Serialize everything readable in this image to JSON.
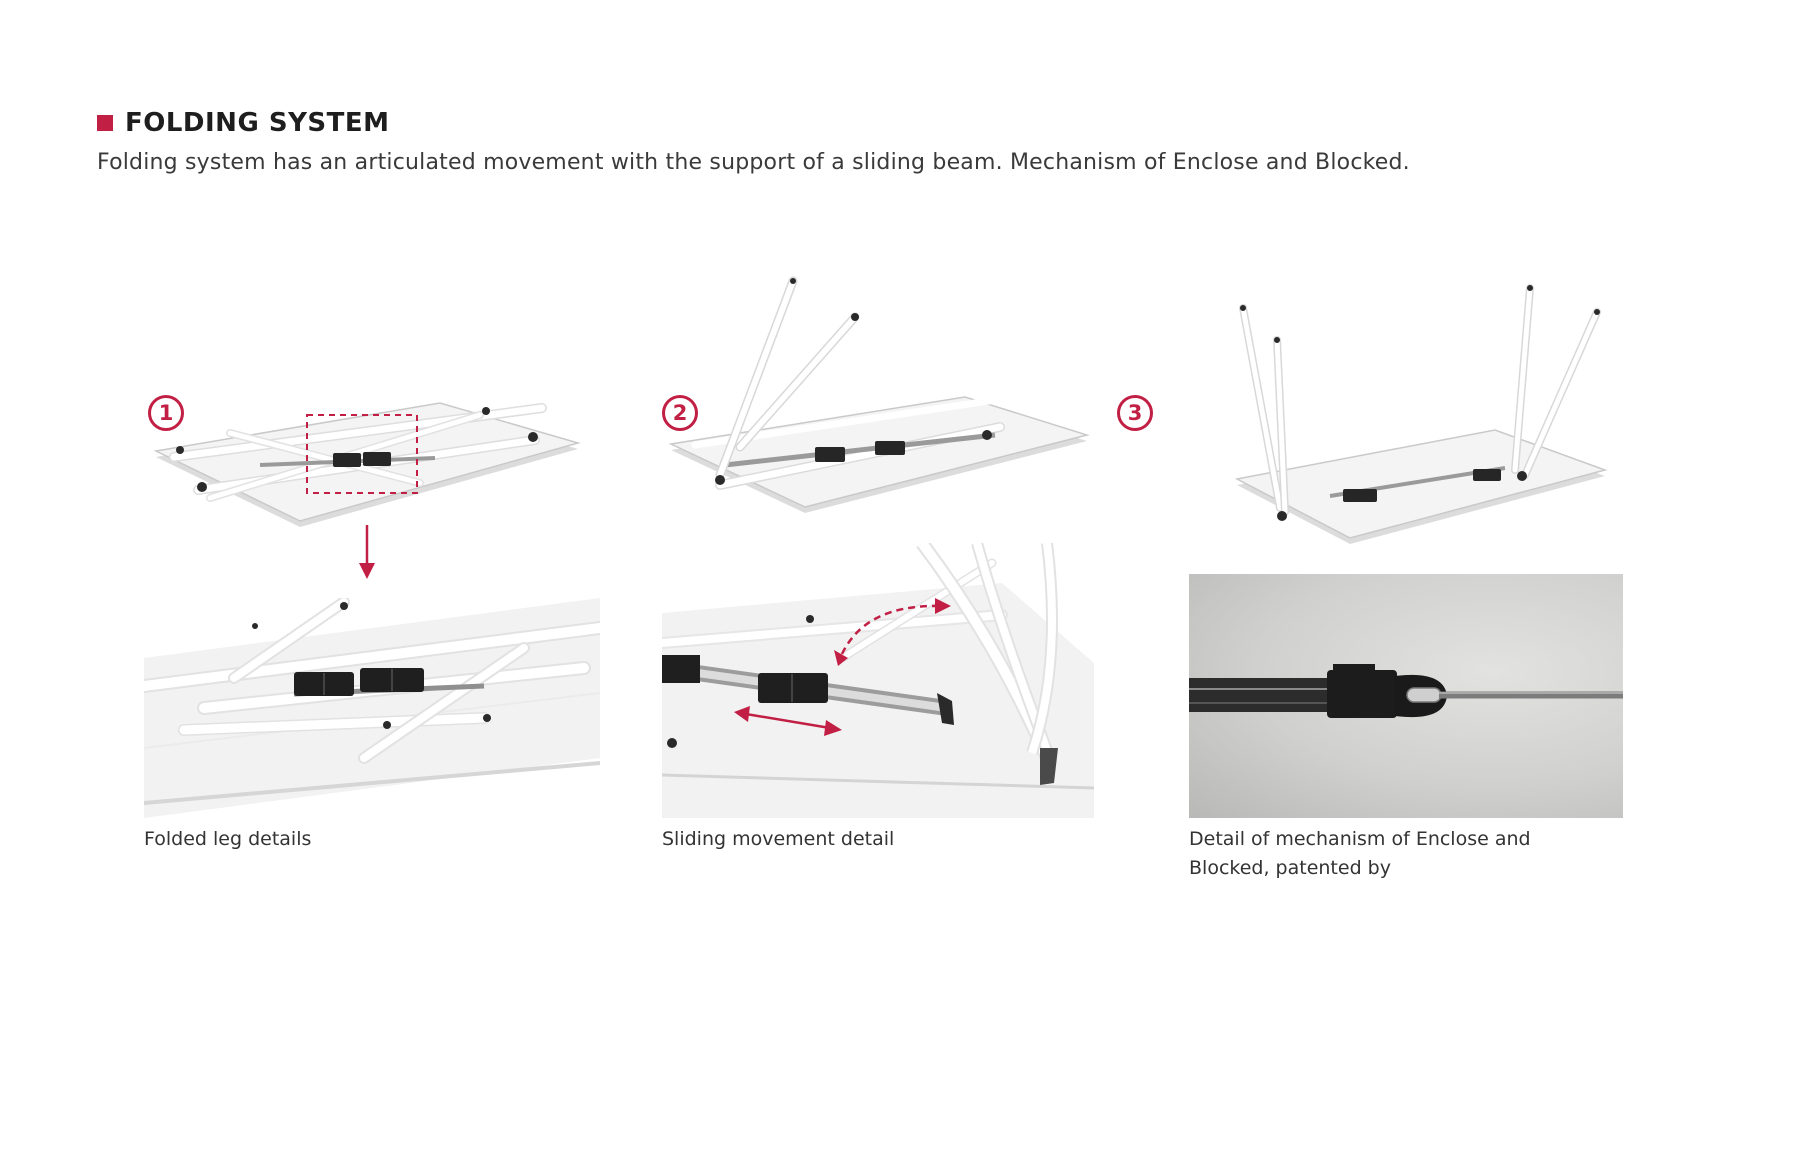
{
  "section": {
    "title": "FOLDING SYSTEM",
    "intro": "Folding system has an articulated movement with the support of a sliding beam. Mechanism of Enclose and Blocked."
  },
  "steps": [
    {
      "number": "1"
    },
    {
      "number": "2"
    },
    {
      "number": "3"
    }
  ],
  "details": [
    {
      "caption": "Folded leg details"
    },
    {
      "caption": "Sliding movement detail"
    },
    {
      "caption_lines": [
        "Detail of mechanism of Enclose and",
        "Blocked, patented by"
      ]
    }
  ],
  "colors": {
    "accent": "#c21f45",
    "text": "#2b2b2b",
    "table_surface": "#f4f4f4",
    "metal_dark": "#2a2a2a",
    "photo_background": "#d2d2d0"
  },
  "icons": [
    "square-marker-icon",
    "down-arrow-icon",
    "double-arrow-icon",
    "curved-dashed-arrow-icon"
  ]
}
